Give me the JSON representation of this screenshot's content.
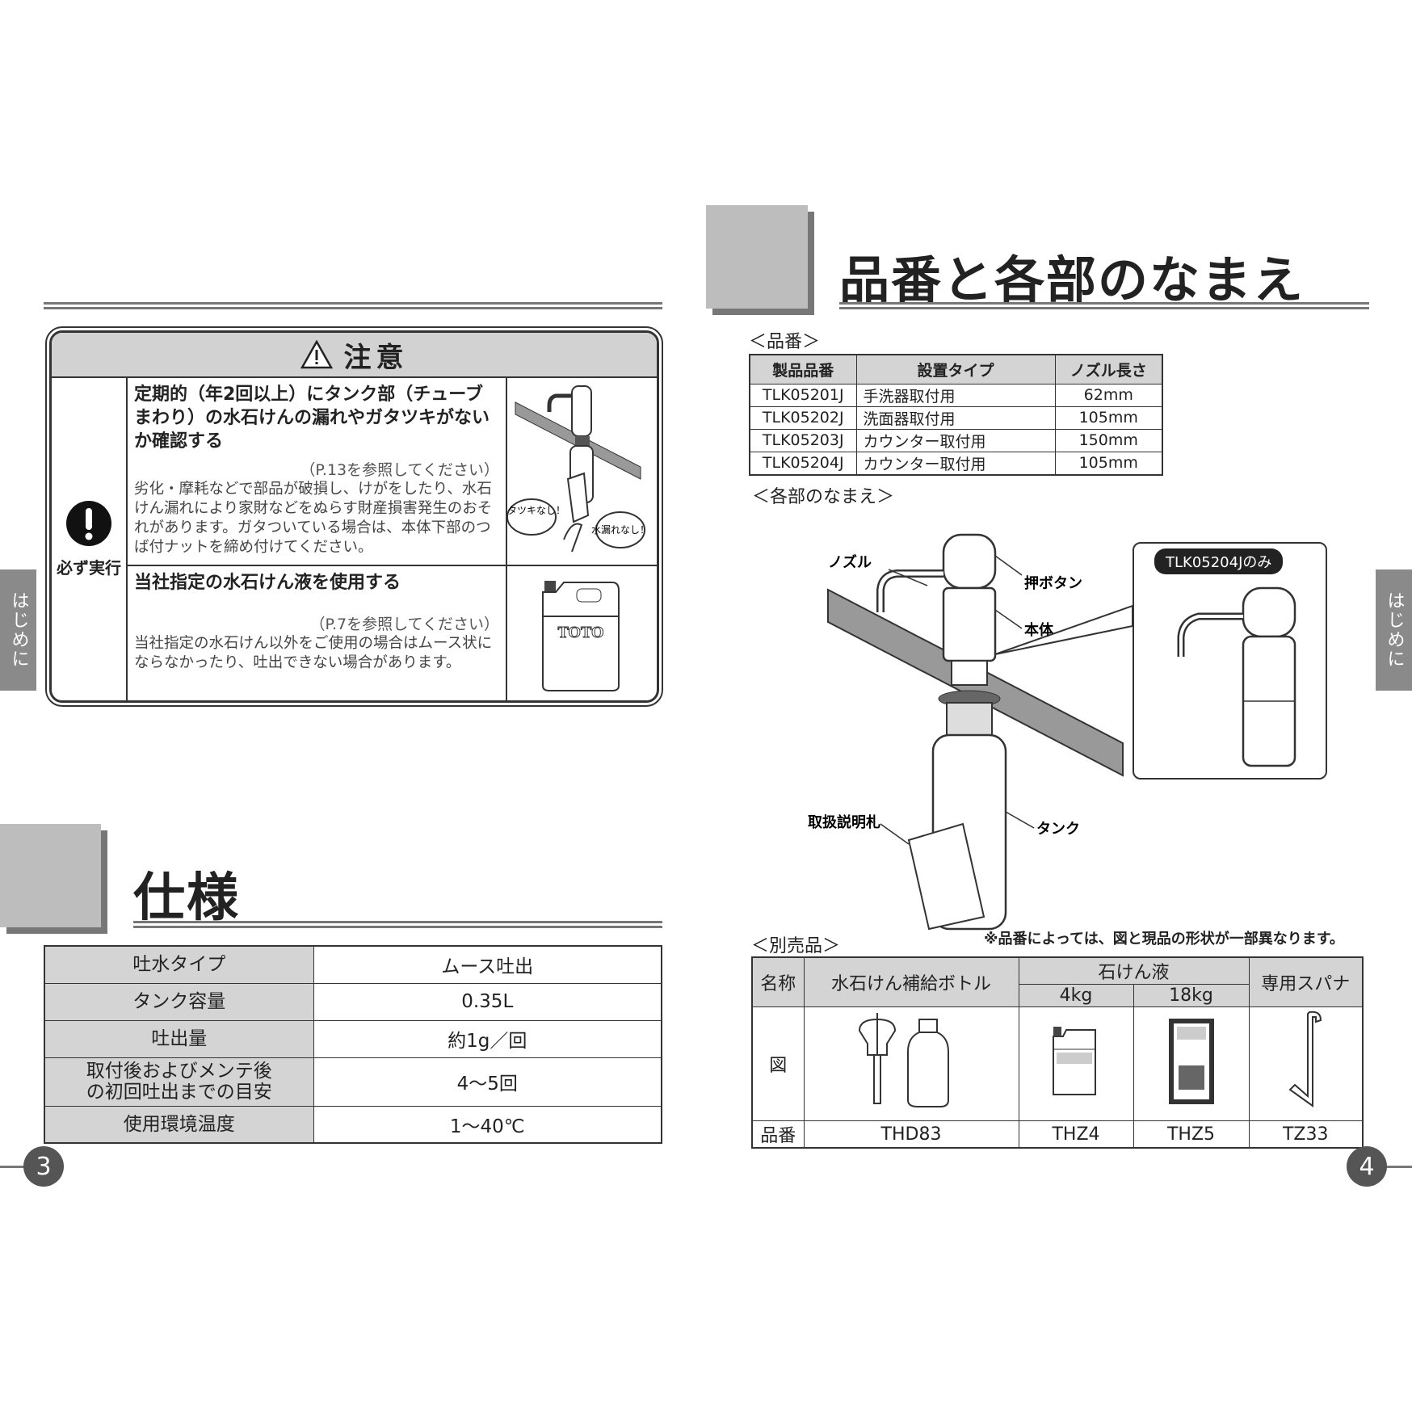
{
  "side_tab": "はじめに",
  "caution": {
    "title": "注意",
    "must_do_label": "必ず実行",
    "items": [
      {
        "heading": "定期的（年2回以上）にタンク部（チューブまわり）の水石けんの漏れやガタツキがないか確認する",
        "ref": "（P.13を参照してください）",
        "body": "劣化・摩耗などで部品が破損し、けがをしたり、水石けん漏れにより家財などをぬらす財産損害発生のおそれがあります。ガタついている場合は、本体下部のつば付ナットを締め付けてください。",
        "bubble1": "ガタツキなし！",
        "bubble2": "水漏れなし！"
      },
      {
        "heading": "当社指定の水石けん液を使用する",
        "ref": "（P.7を参照してください）",
        "body": "当社指定の水石けん以外をご使用の場合はムース状にならなかったり、吐出できない場合があります。",
        "logo": "TOTO"
      }
    ]
  },
  "spec": {
    "title": "仕様",
    "rows": [
      {
        "k": "吐水タイプ",
        "v": "ムース吐出"
      },
      {
        "k": "タンク容量",
        "v": "0.35L"
      },
      {
        "k": "吐出量",
        "v": "約1g／回"
      },
      {
        "k": "取付後およびメンテ後の初回吐出までの目安",
        "v": "4～5回"
      },
      {
        "k": "使用環境温度",
        "v": "1～40℃"
      }
    ]
  },
  "page_left": "3",
  "page_right": "4",
  "parts": {
    "title": "品番と各部のなまえ",
    "hinban_label": "＜品番＞",
    "headers": [
      "製品品番",
      "設置タイプ",
      "ノズル長さ"
    ],
    "rows": [
      [
        "TLK05201J",
        "手洗器取付用",
        "62mm"
      ],
      [
        "TLK05202J",
        "洗面器取付用",
        "105mm"
      ],
      [
        "TLK05203J",
        "カウンター取付用",
        "150mm"
      ],
      [
        "TLK05204J",
        "カウンター取付用",
        "105mm"
      ]
    ],
    "names_label": "＜各部のなまえ＞",
    "labels": {
      "nozzle": "ノズル",
      "button": "押ボタン",
      "body": "本体",
      "tag": "取扱説明札",
      "tank": "タンク"
    },
    "inset_badge": "TLK05204Jのみ",
    "note": "※品番によっては、図と現品の形状が一部異なります。"
  },
  "accessories": {
    "label": "＜別売品＞",
    "h_name": "名称",
    "h_fig": "図",
    "h_code": "品番",
    "bottle": "水石けん補給ボトル",
    "soap": "石けん液",
    "soap_4": "4kg",
    "soap_18": "18kg",
    "spanner": "専用スパナ",
    "codes": [
      "THD83",
      "THZ4",
      "THZ5",
      "TZ33"
    ]
  }
}
